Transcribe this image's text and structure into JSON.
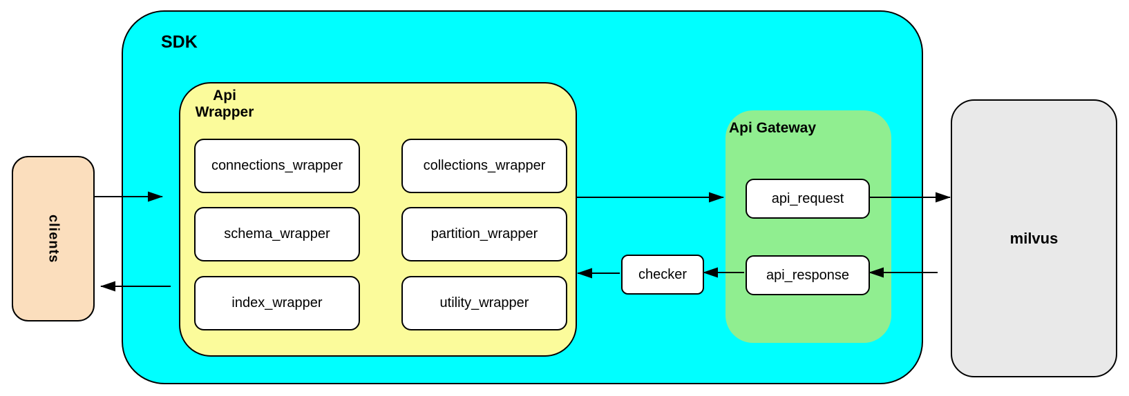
{
  "diagram": {
    "clients": {
      "label": "clients"
    },
    "sdk": {
      "label": "SDK",
      "api_wrapper": {
        "label": "Api Wrapper",
        "modules": [
          "connections_wrapper",
          "collections_wrapper",
          "schema_wrapper",
          "partition_wrapper",
          "index_wrapper",
          "utility_wrapper"
        ]
      },
      "checker": {
        "label": "checker"
      },
      "api_gateway": {
        "label": "Api Gateway",
        "request_label": "api_request",
        "response_label": "api_response"
      }
    },
    "milvus": {
      "label": "milvus"
    },
    "colors": {
      "sdk_fill": "#00ffff",
      "api_wrapper_fill": "#fbfb9b",
      "api_gateway_fill": "#90ee90",
      "clients_fill": "#fbdebd",
      "milvus_fill": "#e9e9e9",
      "leaf_fill": "#ffffff",
      "border": "#000000"
    }
  }
}
